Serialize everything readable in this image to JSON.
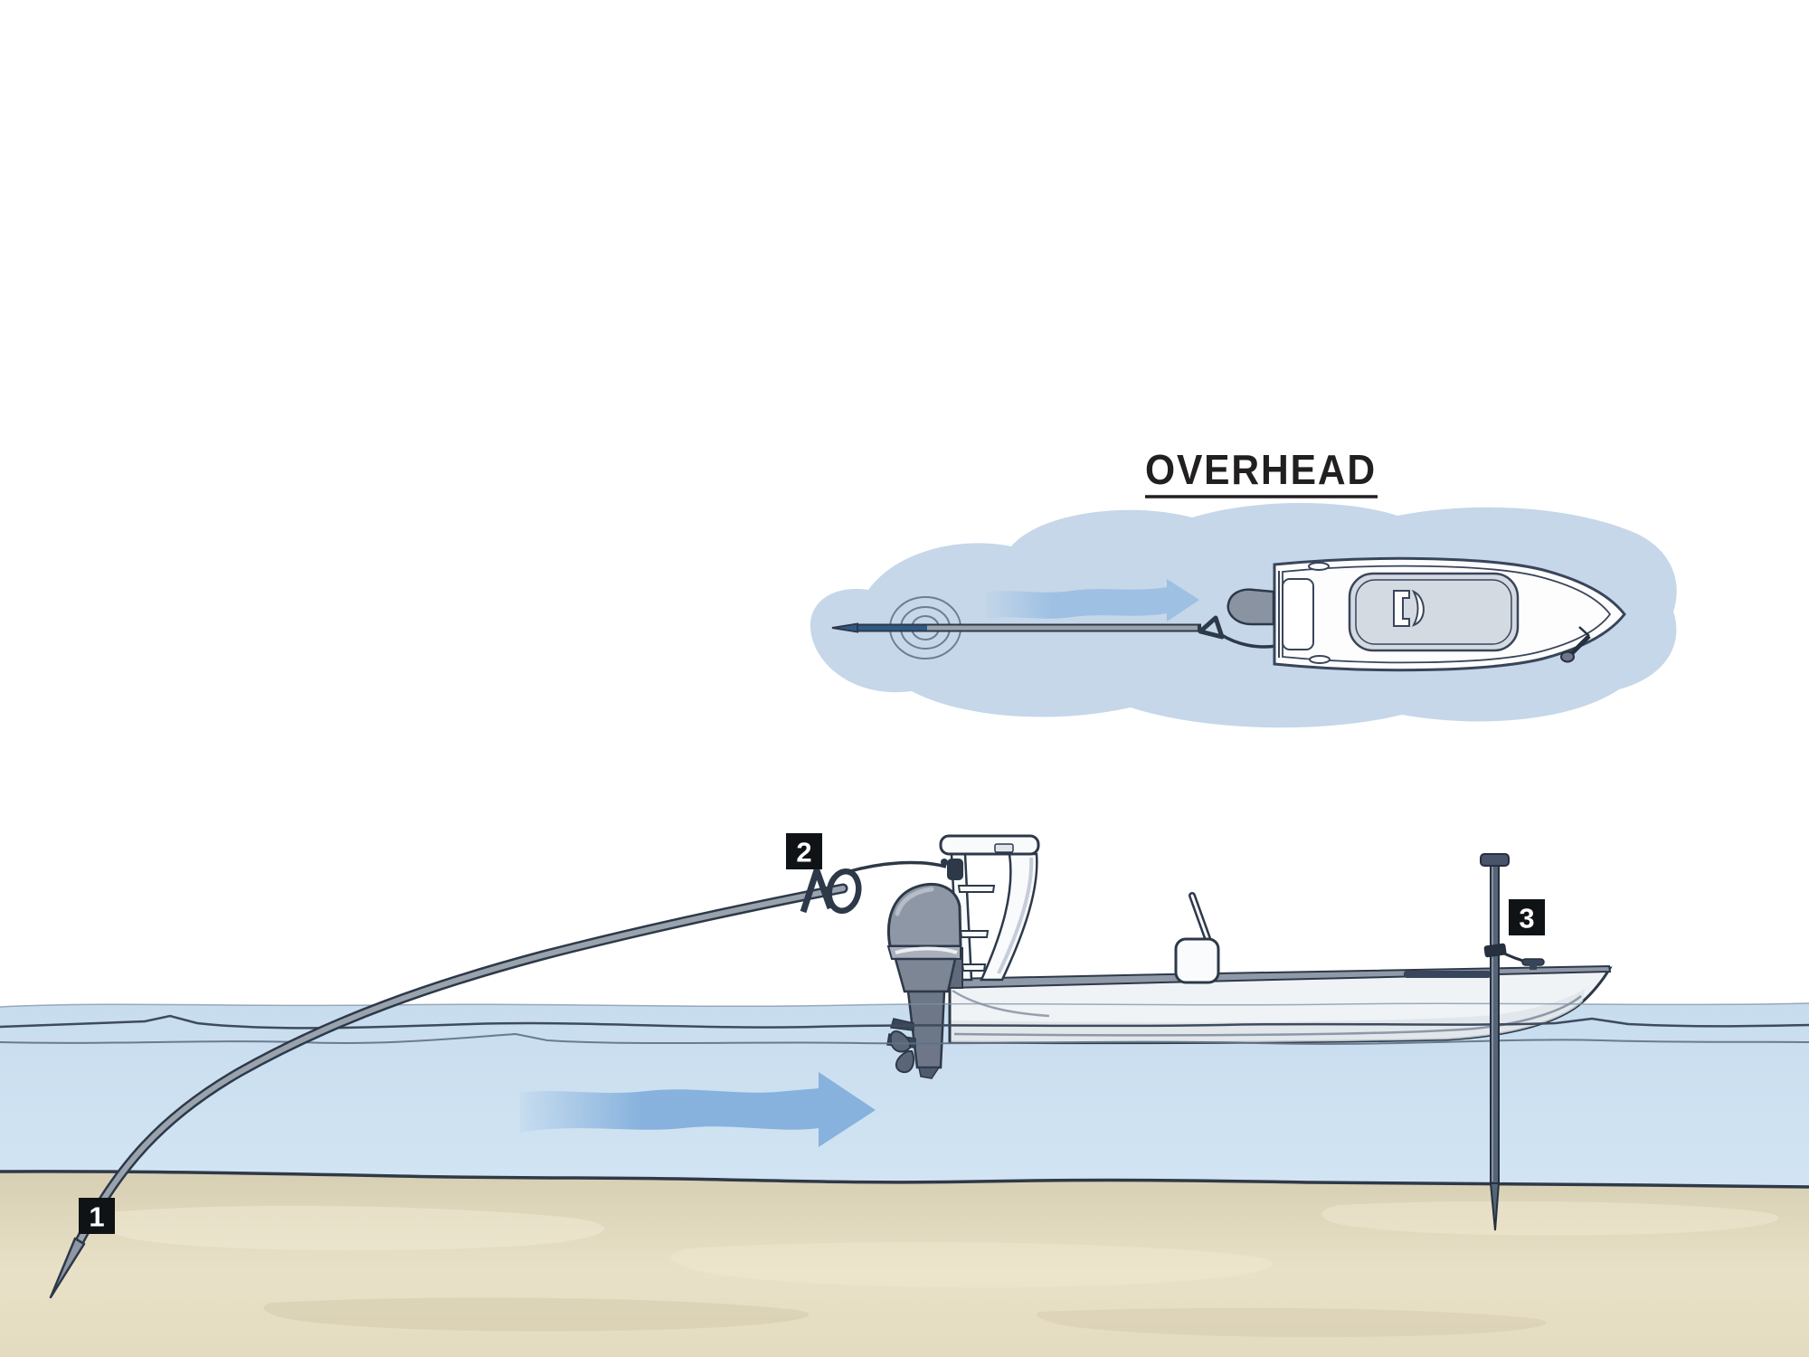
{
  "figure": {
    "title": "OVERHEAD",
    "callouts": [
      {
        "number": "1"
      },
      {
        "number": "2"
      },
      {
        "number": "3"
      }
    ],
    "icons": {
      "current_arrow_side": "wavy-right-arrow",
      "current_arrow_overhead": "wavy-right-arrow",
      "ripples": "concentric-circles"
    },
    "colors": {
      "water_top": "#c7dcee",
      "water_bottom": "#dcecf8",
      "water_line": "#3d4b5e",
      "sand_top": "#d6ceb2",
      "sand_bottom": "#e9e1c7",
      "sand_line": "#2f3947",
      "arrow_blue": "#87b2dd",
      "overhead_pool": "#c5d7e9",
      "hull_white": "#f0f3f6",
      "outline": "#2d3949",
      "pole_gray": "#99a3ae",
      "pole_tip_navy": "#2f5a85",
      "motor_gray": "#8e97a6",
      "label_bg": "#101316",
      "label_text": "#ffffff",
      "title_text": "#221f20"
    }
  }
}
